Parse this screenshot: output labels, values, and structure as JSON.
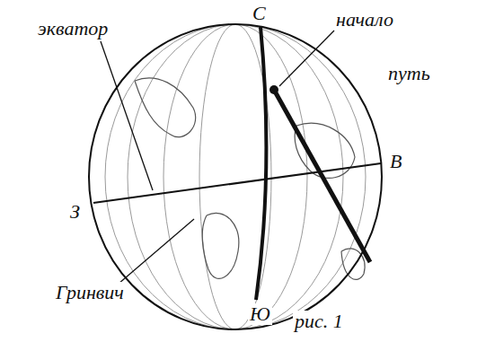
{
  "diagram": {
    "labels": [
      "экватор",
      "С",
      "начало",
      "путь",
      "В",
      "З",
      "Гринвич",
      "Ю",
      "рис. 1"
    ]
  }
}
